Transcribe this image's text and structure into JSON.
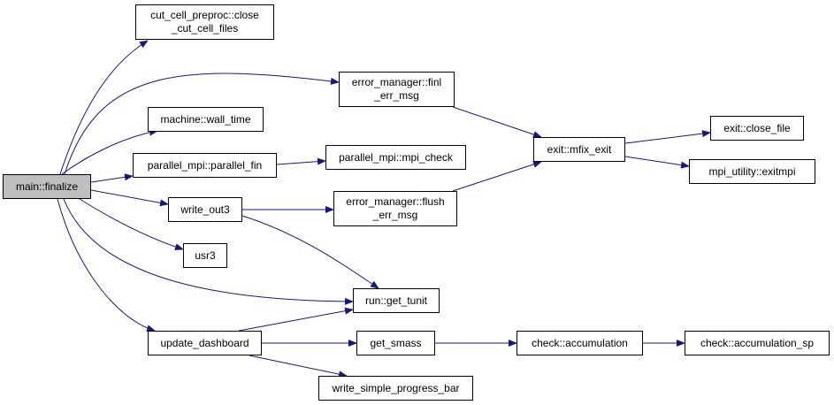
{
  "graph": {
    "edge_color": "#191970",
    "root_fill": "#bfbfbf",
    "nodes": {
      "main_finalize": {
        "lines": [
          "main::finalize"
        ]
      },
      "cut_cell_files": {
        "lines": [
          "cut_cell_preproc::close",
          "_cut_cell_files"
        ]
      },
      "error_finl": {
        "lines": [
          "error_manager::finl",
          "_err_msg"
        ]
      },
      "wall_time": {
        "lines": [
          "machine::wall_time"
        ]
      },
      "parallel_fin": {
        "lines": [
          "parallel_mpi::parallel_fin"
        ]
      },
      "mpi_check": {
        "lines": [
          "parallel_mpi::mpi_check"
        ]
      },
      "mfix_exit": {
        "lines": [
          "exit::mfix_exit"
        ]
      },
      "close_file": {
        "lines": [
          "exit::close_file"
        ]
      },
      "exitmpi": {
        "lines": [
          "mpi_utility::exitmpi"
        ]
      },
      "write_out3": {
        "lines": [
          "write_out3"
        ]
      },
      "error_flush": {
        "lines": [
          "error_manager::flush",
          "_err_msg"
        ]
      },
      "usr3": {
        "lines": [
          "usr3"
        ]
      },
      "get_tunit": {
        "lines": [
          "run::get_tunit"
        ]
      },
      "update_dashboard": {
        "lines": [
          "update_dashboard"
        ]
      },
      "get_smass": {
        "lines": [
          "get_smass"
        ]
      },
      "accumulation": {
        "lines": [
          "check::accumulation"
        ]
      },
      "accumulation_sp": {
        "lines": [
          "check::accumulation_sp"
        ]
      },
      "progress_bar": {
        "lines": [
          "write_simple_progress_bar"
        ]
      }
    }
  }
}
